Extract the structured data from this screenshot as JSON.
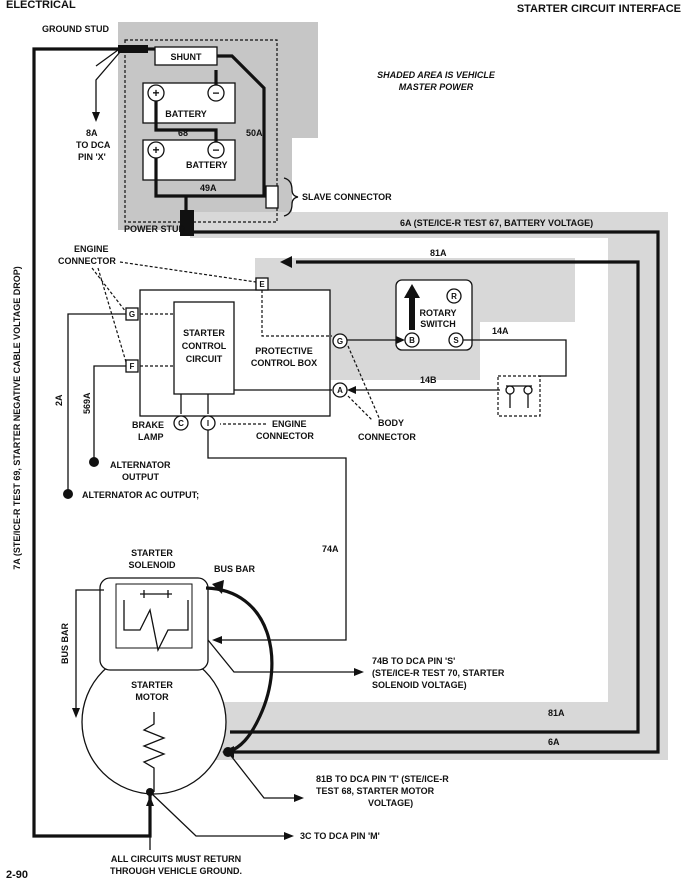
{
  "header": {
    "left_title": "ELECTRICAL",
    "right_title": "STARTER CIRCUIT INTERFACE"
  },
  "footer": {
    "page_number": "2-90"
  },
  "labels": {
    "ground_stud": "GROUND STUD",
    "shunt": "SHUNT",
    "battery_1": "BATTERY",
    "battery_2": "BATTERY",
    "wire_68": "68",
    "wire_50a": "50A",
    "wire_49a": "49A",
    "slave_connector": "SLAVE CONNECTOR",
    "power_stud": "POWER STUD",
    "shaded_note_1": "SHADED AREA IS VEHICLE",
    "shaded_note_2": "MASTER POWER",
    "dca_8a_1": "8A",
    "dca_8a_2": "TO DCA",
    "dca_8a_3": "PIN 'X'",
    "wire_6a_test": "6A (STE/ICE-R TEST 67, BATTERY VOLTAGE)",
    "wire_81a_top": "81A",
    "engine_connector_top_1": "ENGINE",
    "engine_connector_top_2": "CONNECTOR",
    "rotary_switch_1": "ROTARY",
    "rotary_switch_2": "SWITCH",
    "wire_14a": "14A",
    "wire_14b": "14B",
    "starter_control_1": "STARTER",
    "starter_control_2": "CONTROL",
    "starter_control_3": "CIRCUIT",
    "protective_box_1": "PROTECTIVE",
    "protective_box_2": "CONTROL BOX",
    "brake_lamp_1": "BRAKE",
    "brake_lamp_2": "LAMP",
    "engine_connector_bottom_1": "ENGINE",
    "engine_connector_bottom_2": "CONNECTOR",
    "body_connector_1": "BODY",
    "body_connector_2": "CONNECTOR",
    "wire_2a": "2A",
    "wire_569a": "569A",
    "alternator_output_1": "ALTERNATOR",
    "alternator_output_2": "OUTPUT",
    "alternator_ac": "ALTERNATOR AC OUTPUT;",
    "vertical_7a": "7A (STE/ICE-R TEST 69, STARTER NEGATIVE CABLE VOLTAGE DROP)",
    "wire_74a": "74A",
    "starter_solenoid_1": "STARTER",
    "starter_solenoid_2": "SOLENOID",
    "bus_bar_top": "BUS BAR",
    "bus_bar_left": "BUS BAR",
    "starter_motor_1": "STARTER",
    "starter_motor_2": "MOTOR",
    "dca_74b_1": "74B TO DCA PIN 'S'",
    "dca_74b_2": "(STE/ICE-R TEST 70, STARTER",
    "dca_74b_3": "SOLENOID VOLTAGE)",
    "wire_81a_bottom": "81A",
    "wire_6a_bottom": "6A",
    "dca_81b_1": "81B TO DCA PIN 'T' (STE/ICE-R",
    "dca_81b_2": "TEST 68, STARTER MOTOR",
    "dca_81b_3": "VOLTAGE)",
    "dca_3c": "3C TO DCA PIN 'M'",
    "ground_note_1": "ALL CIRCUITS MUST RETURN",
    "ground_note_2": "THROUGH VEHICLE GROUND."
  },
  "pins": {
    "e": "E",
    "g_left": "G",
    "f": "F",
    "g_right": "G",
    "a": "A",
    "c": "C",
    "i": "I",
    "b": "B",
    "s": "S",
    "r": "R"
  }
}
